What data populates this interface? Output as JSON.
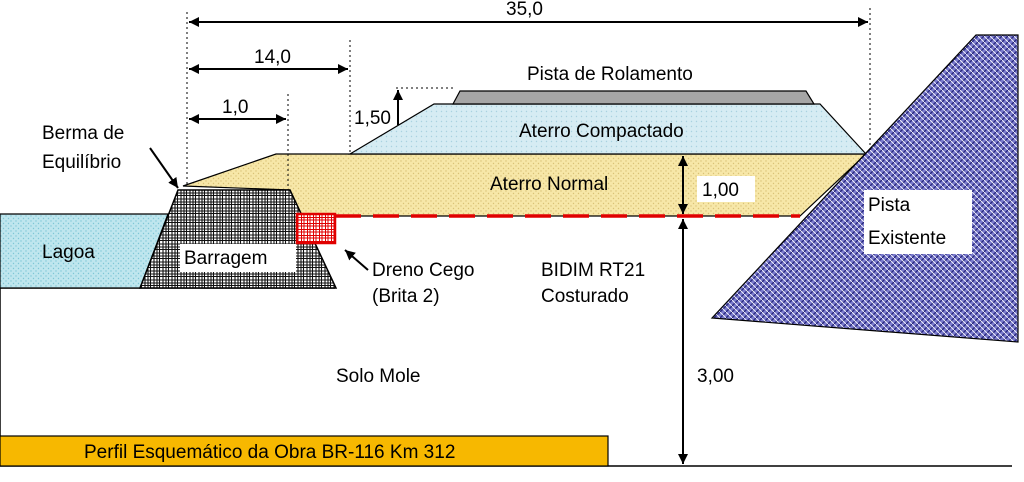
{
  "dimensions": {
    "total_width": "35,0",
    "width_14": "14,0",
    "width_1": "1,0",
    "height_150": "1,50",
    "height_100": "1,00",
    "height_300": "3,00"
  },
  "labels": {
    "pista_rolamento": "Pista de Rolamento",
    "aterro_compactado": "Aterro Compactado",
    "aterro_normal": "Aterro Normal",
    "berma_line1": "Berma de",
    "berma_line2": "Equilíbrio",
    "lagoa": "Lagoa",
    "barragem": "Barragem",
    "dreno_line1": "Dreno Cego",
    "dreno_line2": "(Brita 2)",
    "bidim_line1": "BIDIM RT21",
    "bidim_line2": "Costurado",
    "pista_existente_line1": "Pista",
    "pista_existente_line2": "Existente",
    "solo_mole": "Solo Mole"
  },
  "caption": "Perfil Esquemático da Obra BR-116 Km 312",
  "colors": {
    "lagoa": "#bfe6ee",
    "aterro_normal": "#f7e7a8",
    "aterro_compactado": "#d6ecf3",
    "pista_rolamento": "#a6a6a6",
    "pista_existente": "#5a5ab0",
    "bidim": "#e00000",
    "caption_bg": "#f7b800"
  }
}
